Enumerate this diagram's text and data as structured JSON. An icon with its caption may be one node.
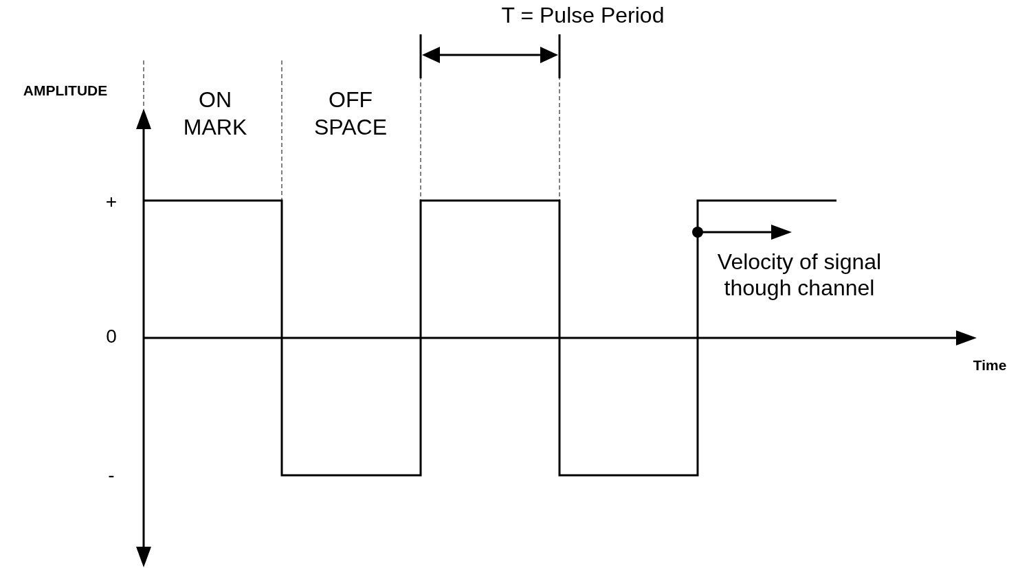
{
  "diagram": {
    "labels": [
      "T = Pulse Period",
      "AMPLITUDE",
      "ON",
      "MARK",
      "OFF",
      "SPACE",
      "+",
      "Velocity of signal though channel",
      "0",
      "Time",
      "-"
    ]
  }
}
